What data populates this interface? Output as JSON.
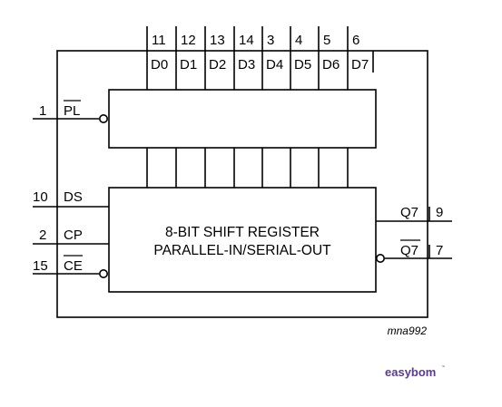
{
  "top_pins": [
    {
      "pin": "11",
      "name": "D0"
    },
    {
      "pin": "12",
      "name": "D1"
    },
    {
      "pin": "13",
      "name": "D2"
    },
    {
      "pin": "14",
      "name": "D3"
    },
    {
      "pin": "3",
      "name": "D4"
    },
    {
      "pin": "4",
      "name": "D5"
    },
    {
      "pin": "5",
      "name": "D6"
    },
    {
      "pin": "6",
      "name": "D7"
    }
  ],
  "left_pins": {
    "pl": {
      "pin": "1",
      "name": "PL"
    },
    "ds": {
      "pin": "10",
      "name": "DS"
    },
    "cp": {
      "pin": "2",
      "name": "CP"
    },
    "ce": {
      "pin": "15",
      "name": "CE"
    }
  },
  "right_pins": {
    "q7": {
      "pin": "9",
      "name": "Q7"
    },
    "q7n": {
      "pin": "7",
      "name": "Q7"
    }
  },
  "block": {
    "line1": "8-BIT SHIFT REGISTER",
    "line2": "PARALLEL-IN/SERIAL-OUT"
  },
  "figure_ref": "mna992",
  "brand": {
    "text": "easybom",
    "tm": "™",
    "color": "#5a3b8c"
  }
}
